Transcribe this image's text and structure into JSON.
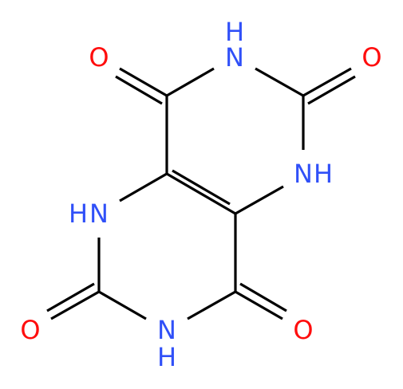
{
  "molecule": {
    "atoms": [
      {
        "id": "O1",
        "label": "O",
        "color": "#ff0d0d"
      },
      {
        "id": "N1",
        "label": "NH",
        "color": "#3050f8",
        "stacked": true,
        "h_label": "H",
        "element_label": "N"
      },
      {
        "id": "O2",
        "label": "O",
        "color": "#ff0d0d"
      },
      {
        "id": "N2",
        "label": "NH",
        "color": "#3050f8",
        "element_label": "N",
        "h_label": "H"
      },
      {
        "id": "N3",
        "label": "HN",
        "color": "#3050f8",
        "h_label": "H",
        "element_label": "N"
      },
      {
        "id": "O3",
        "label": "O",
        "color": "#ff0d0d"
      },
      {
        "id": "N4",
        "label": "NH",
        "color": "#3050f8",
        "stacked": true,
        "element_label": "N",
        "h_label": "H"
      },
      {
        "id": "O4",
        "label": "O",
        "color": "#ff0d0d"
      }
    ],
    "colors": {
      "bond": "#000000",
      "nitrogen": "#3050f8",
      "oxygen": "#ff0d0d"
    }
  }
}
